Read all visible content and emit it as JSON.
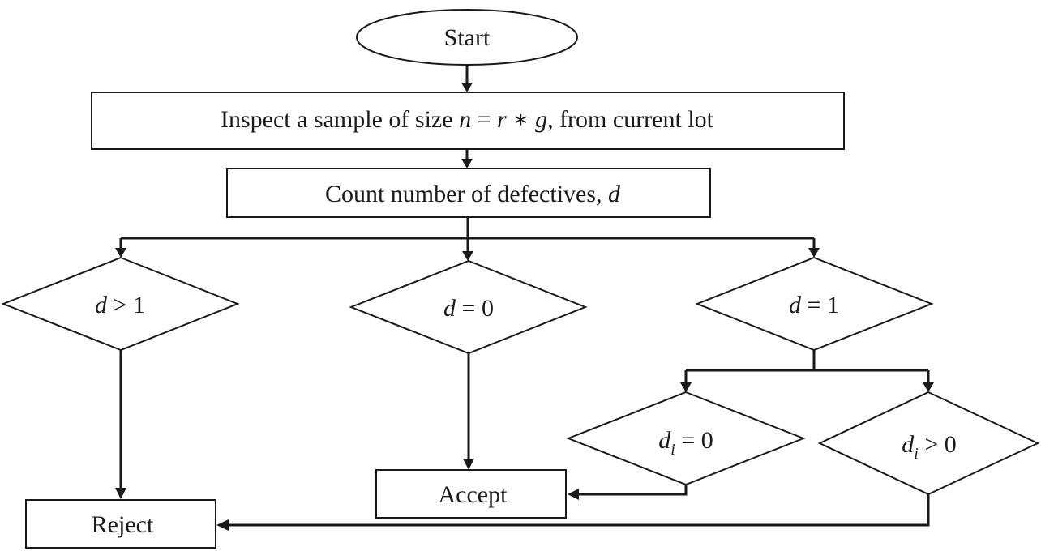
{
  "nodes": {
    "start": {
      "label": "Start"
    },
    "inspect": {
      "prefix": "Inspect a sample of size ",
      "var_n": "n",
      "eq": " = ",
      "var_r": "r",
      "times": " ∗ ",
      "var_g": "g",
      "suffix": ", from current lot"
    },
    "count": {
      "prefix": "Count number of defectives, ",
      "var_d": "d"
    },
    "d_gt_1": {
      "var": "d",
      "op": " > ",
      "value": "1"
    },
    "d_eq_0": {
      "var": "d",
      "op": " = ",
      "value": "0"
    },
    "d_eq_1": {
      "var": "d",
      "op": " = ",
      "value": "1"
    },
    "di_eq_0": {
      "var": "d",
      "sub": "i",
      "op": " = ",
      "value": "0"
    },
    "di_gt_0": {
      "var": "d",
      "sub": "i",
      "op": " > ",
      "value": "0"
    },
    "accept": {
      "label": "Accept"
    },
    "reject": {
      "label": "Reject"
    }
  },
  "colors": {
    "stroke": "#1a1a1a",
    "fill": "#ffffff",
    "text": "#1a1a1a"
  }
}
